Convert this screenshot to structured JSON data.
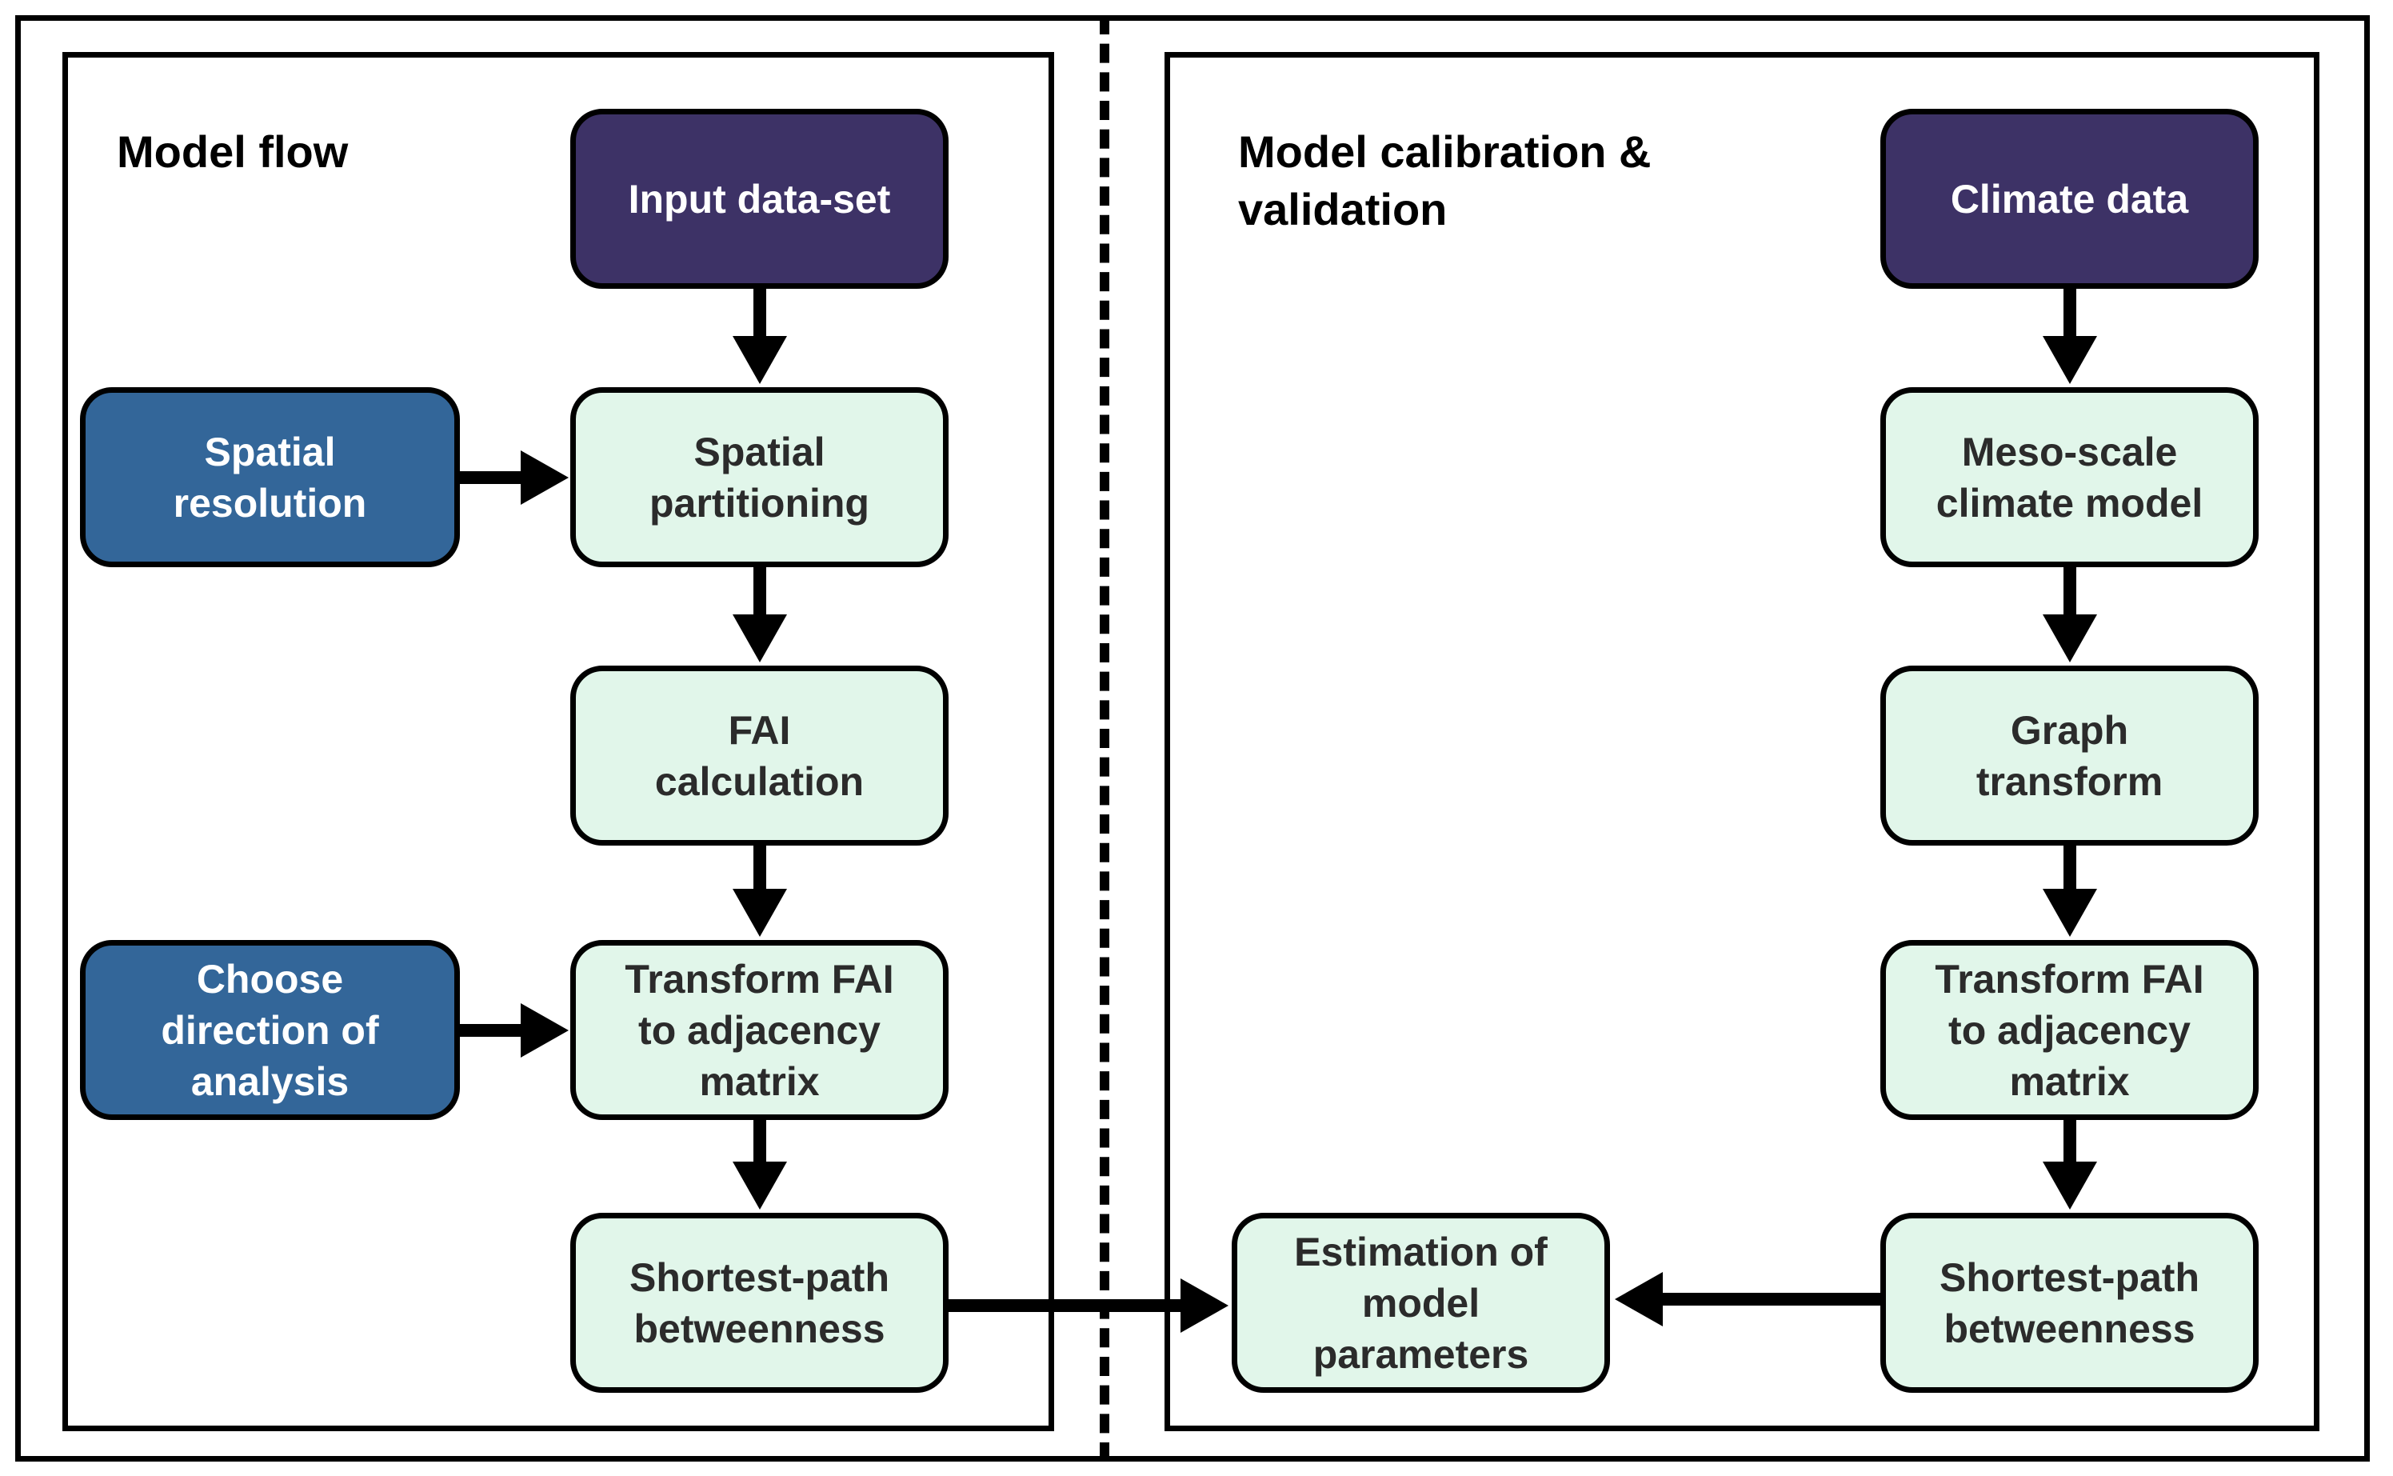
{
  "left_panel": {
    "heading": "Model flow",
    "nodes": {
      "input_dataset": "Input data-set",
      "spatial_resolution": "Spatial\nresolution",
      "spatial_partitioning": "Spatial\npartitioning",
      "fai_calculation": "FAI\ncalculation",
      "choose_direction": "Choose\ndirection of\nanalysis",
      "transform_fai": "Transform FAI\nto adjacency\nmatrix",
      "shortest_path": "Shortest-path\nbetweenness"
    }
  },
  "right_panel": {
    "heading": "Model calibration &\nvalidation",
    "nodes": {
      "climate_data": "Climate data",
      "meso_scale": "Meso-scale\nclimate model",
      "graph_transform": "Graph\ntransform",
      "transform_fai": "Transform FAI\nto adjacency\nmatrix",
      "shortest_path": "Shortest-path\nbetweenness",
      "estimation": "Estimation of\nmodel\nparameters"
    }
  },
  "colors": {
    "input_box": "#3d3266",
    "parameter_box": "#336699",
    "process_box": "#e1f6ea",
    "border": "#000000"
  }
}
